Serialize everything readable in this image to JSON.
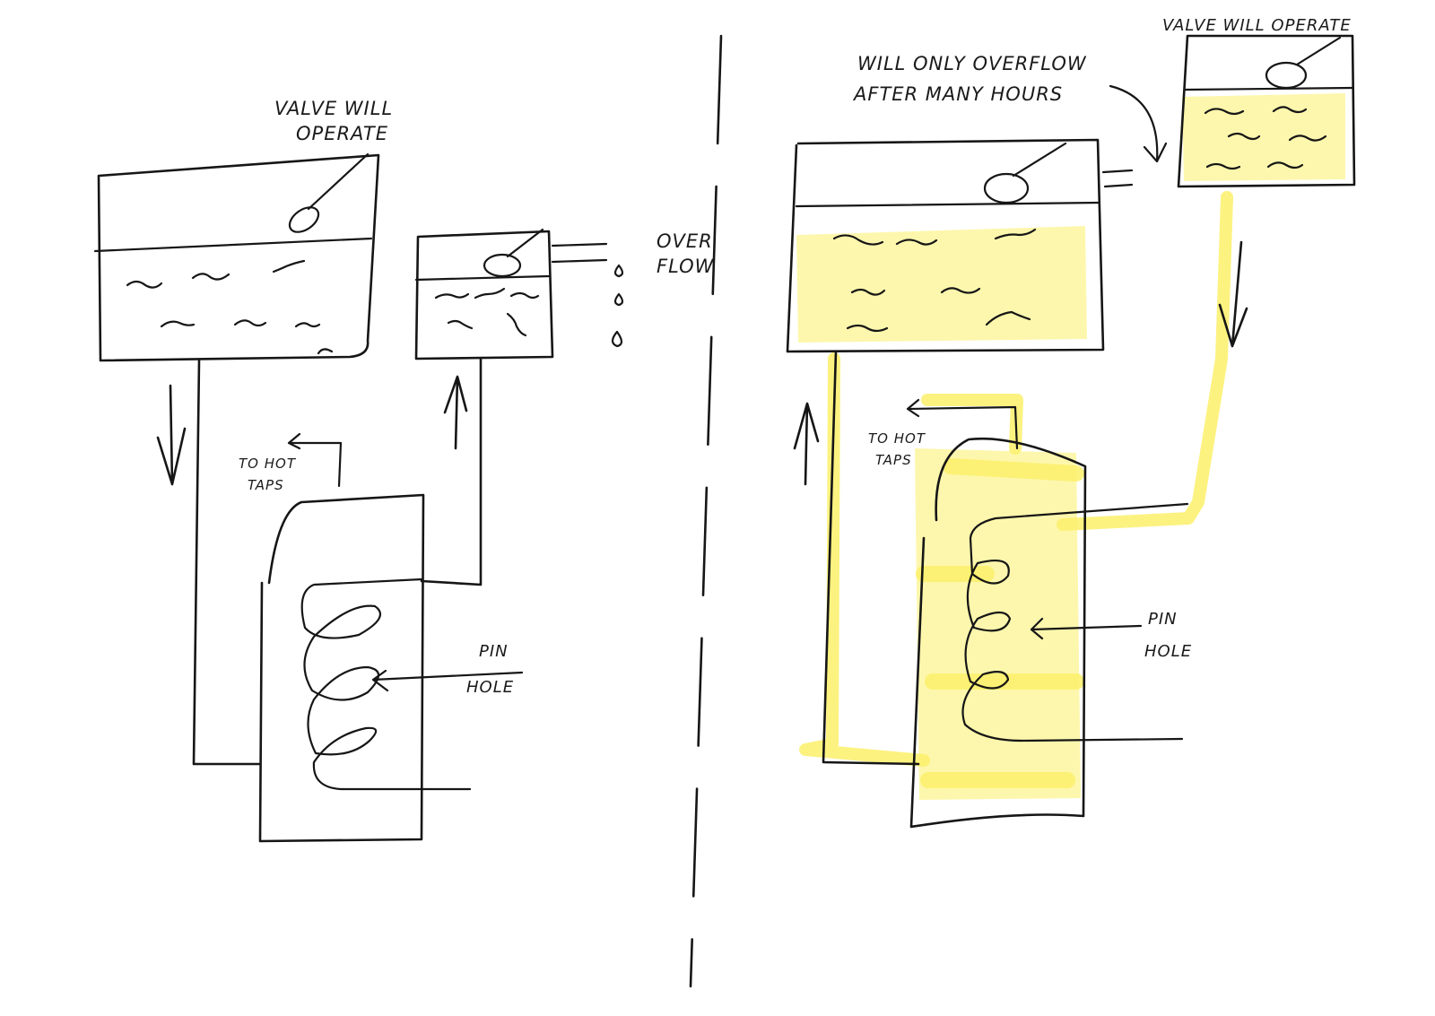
{
  "left_panel": {
    "valve_label": [
      "VALVE WILL",
      "OPERATE"
    ],
    "overflow_label": [
      "OVER",
      "FLOW"
    ],
    "taps_label": [
      "TO HOT",
      "TAPS"
    ],
    "pinhole_label": [
      "PIN",
      "HOLE"
    ]
  },
  "right_panel": {
    "valve_label": [
      "VALVE WILL OPERATE"
    ],
    "overflow_note": [
      "WILL ONLY OVERFLOW",
      "AFTER MANY HOURS"
    ],
    "taps_label": [
      "TO HOT",
      "TAPS"
    ],
    "pinhole_label": [
      "PIN",
      "HOLE"
    ]
  },
  "colors": {
    "ink": "#161616",
    "highlighter": "#fbf06a",
    "paper": "#ffffff"
  }
}
